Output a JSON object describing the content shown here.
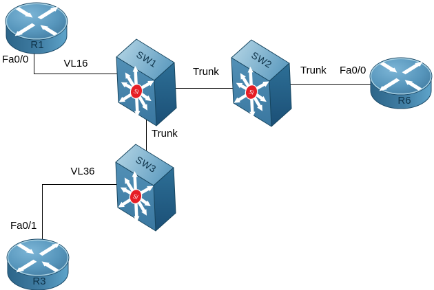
{
  "diagram_type": "network-topology",
  "colors": {
    "background": "#ffffff",
    "link_line": "#000000",
    "link_label_text": "#000000",
    "node_label_text": "#0e3248",
    "router_top_fill": "#4e8cb2",
    "router_top_highlight": "#7cb5d6",
    "router_top_rim": "#a5cfe2",
    "router_body_dark": "#2e6a90",
    "router_body_light": "#5ea4ca",
    "switch_front": "#4484ab",
    "switch_top_light": "#b8d8e7",
    "switch_top_dark": "#639fc2",
    "switch_side_dark": "#205a80",
    "icon_outline": "#1c4a68",
    "arrow_fill": "#ffffff",
    "si_badge_fill": "#e61e25",
    "si_badge_border": "#ffffff"
  },
  "nodes": {
    "r1": {
      "label": "R1",
      "type": "router"
    },
    "sw1": {
      "label": "SW1",
      "type": "multilayer-switch",
      "badge": "Si"
    },
    "sw2": {
      "label": "SW2",
      "type": "multilayer-switch",
      "badge": "Si"
    },
    "r6": {
      "label": "R6",
      "type": "router"
    },
    "sw3": {
      "label": "SW3",
      "type": "multilayer-switch",
      "badge": "Si"
    },
    "r3": {
      "label": "R3",
      "type": "router"
    }
  },
  "links": {
    "r1_sw1": {
      "from": "R1",
      "to": "SW1",
      "label": "VL16",
      "from_interface": "Fa0/0"
    },
    "sw1_sw2": {
      "from": "SW1",
      "to": "SW2",
      "label": "Trunk"
    },
    "sw2_r6": {
      "from": "SW2",
      "to": "R6",
      "label": "Trunk",
      "to_interface": "Fa0/0"
    },
    "sw1_sw3": {
      "from": "SW1",
      "to": "SW3",
      "label": "Trunk"
    },
    "sw3_r3": {
      "from": "SW3",
      "to": "R3",
      "label": "VL36",
      "to_interface": "Fa0/1"
    }
  }
}
